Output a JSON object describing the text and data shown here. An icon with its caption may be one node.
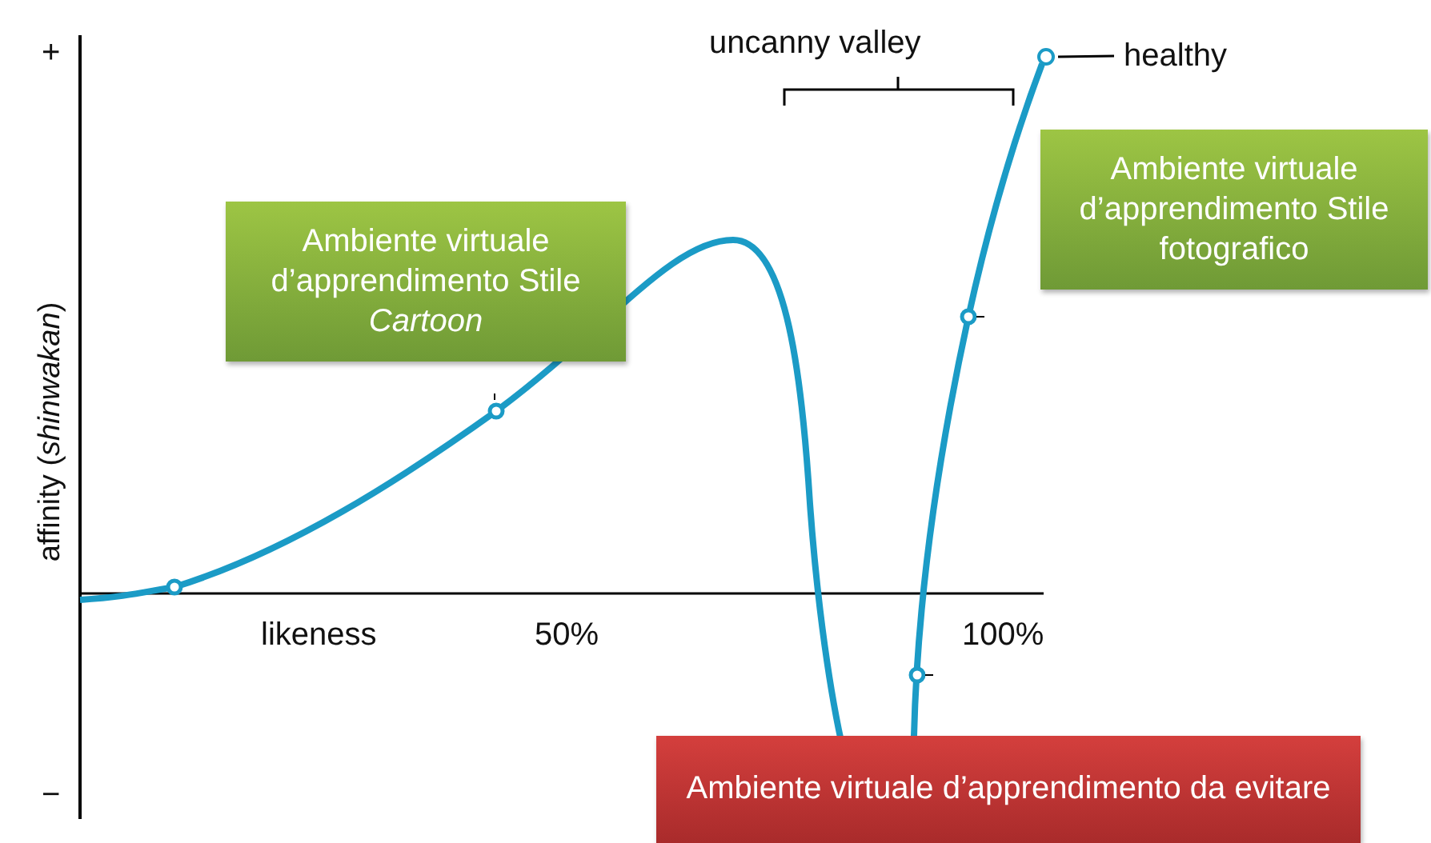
{
  "diagram": {
    "nodes": [
      {
        "text": [
          "Ambiente virtuale d’apprendimento Stile *Cartoon*"
        ]
      },
      {
        "text": [
          "Ambiente virtuale d’apprendimento Stile fotografico"
        ]
      },
      {
        "text": [
          "Ambiente virtuale d’apprendimento da evitare"
        ]
      },
      {
        "text": [
          "healthy"
        ]
      },
      {
        "text": [],
        "shape": "circle"
      }
    ],
    "edges": [
      {
        "from": 3,
        "to": 4,
        "arrow": "none"
      }
    ],
    "labels": [
      "+",
      "affinity (*shinwakan*)",
      "−",
      "uncanny valley",
      "likeness",
      "50%",
      "100%"
    ]
  }
}
